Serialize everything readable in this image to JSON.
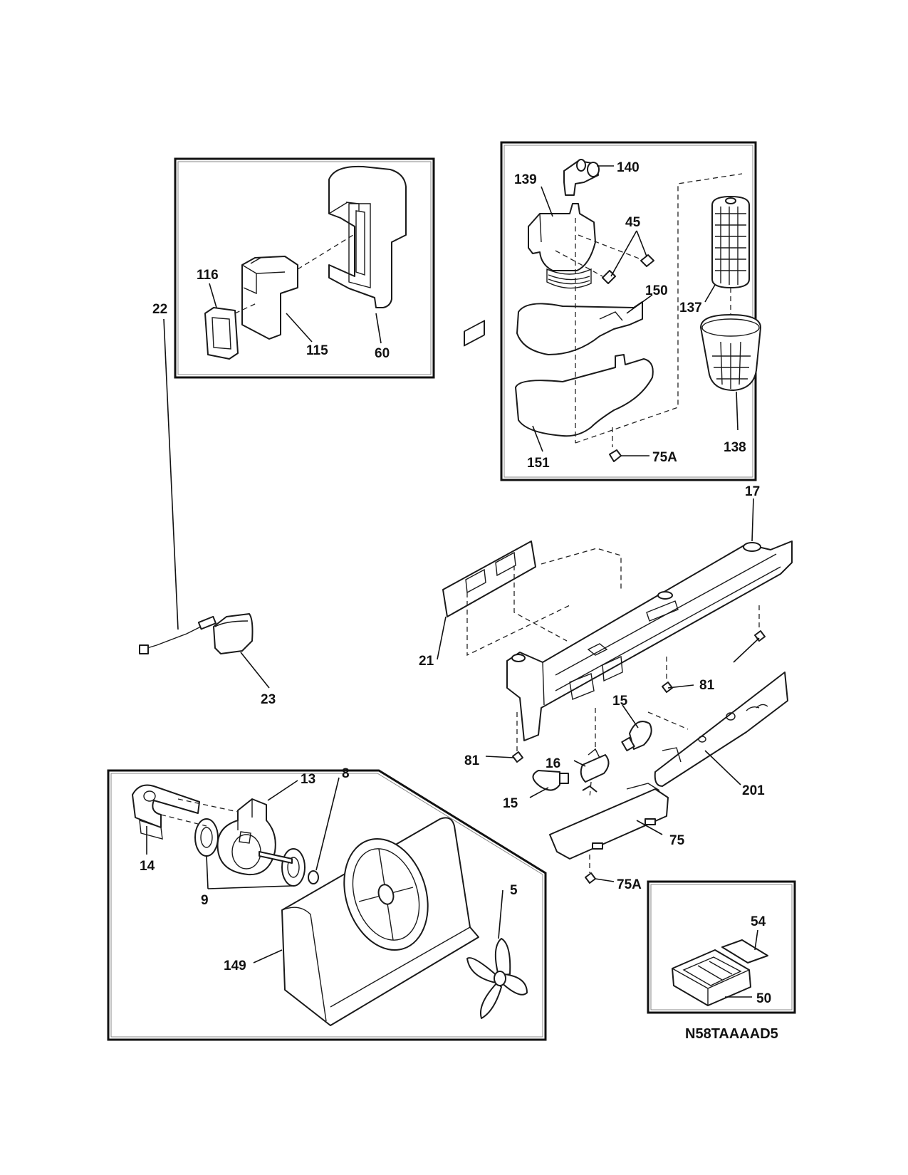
{
  "diagram_code": "N58TAAAAD5",
  "callouts": {
    "p116": "116",
    "p115": "115",
    "p60": "60",
    "p140": "140",
    "p139": "139",
    "p45": "45",
    "p150": "150",
    "p137": "137",
    "p151": "151",
    "p75a_top": "75A",
    "p138": "138",
    "p17": "17",
    "p22": "22",
    "p23": "23",
    "p21": "21",
    "p81_right": "81",
    "p15_top": "15",
    "p16": "16",
    "p81_left": "81",
    "p201": "201",
    "p15_bottom": "15",
    "p75": "75",
    "p75a_bottom": "75A",
    "p13": "13",
    "p14": "14",
    "p8": "8",
    "p9": "9",
    "p5": "5",
    "p149": "149",
    "p54": "54",
    "p50": "50"
  }
}
